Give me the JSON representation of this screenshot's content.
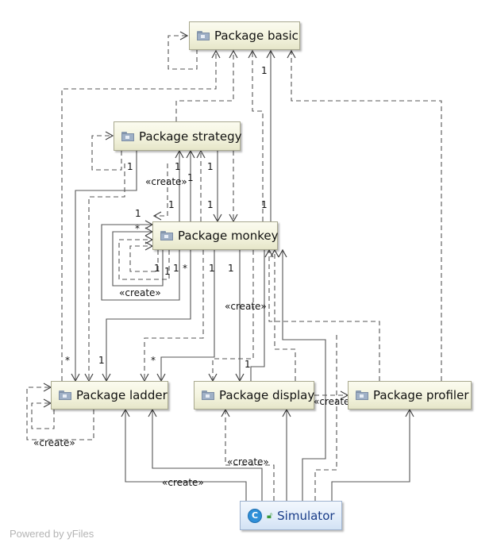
{
  "nodes": {
    "basic": {
      "label": "Package basic",
      "icon": "package-folder-icon"
    },
    "strategy": {
      "label": "Package strategy",
      "icon": "package-folder-icon"
    },
    "monkey": {
      "label": "Package monkey",
      "icon": "package-folder-icon"
    },
    "ladder": {
      "label": "Package ladder",
      "icon": "package-folder-icon"
    },
    "display": {
      "label": "Package display",
      "icon": "package-folder-icon"
    },
    "profiler": {
      "label": "Package profiler",
      "icon": "package-folder-icon"
    },
    "simulator": {
      "label": "Simulator",
      "icon": "class-icon",
      "icon_letter": "C",
      "lock_icon": "lock-open-icon"
    }
  },
  "labels": {
    "create": "«create»",
    "one": "1",
    "star": "*"
  },
  "watermark": "Powered by yFiles",
  "colors": {
    "package_fill": "#f3f3de",
    "class_fill": "#e1ecf9",
    "edge": "#444444"
  }
}
